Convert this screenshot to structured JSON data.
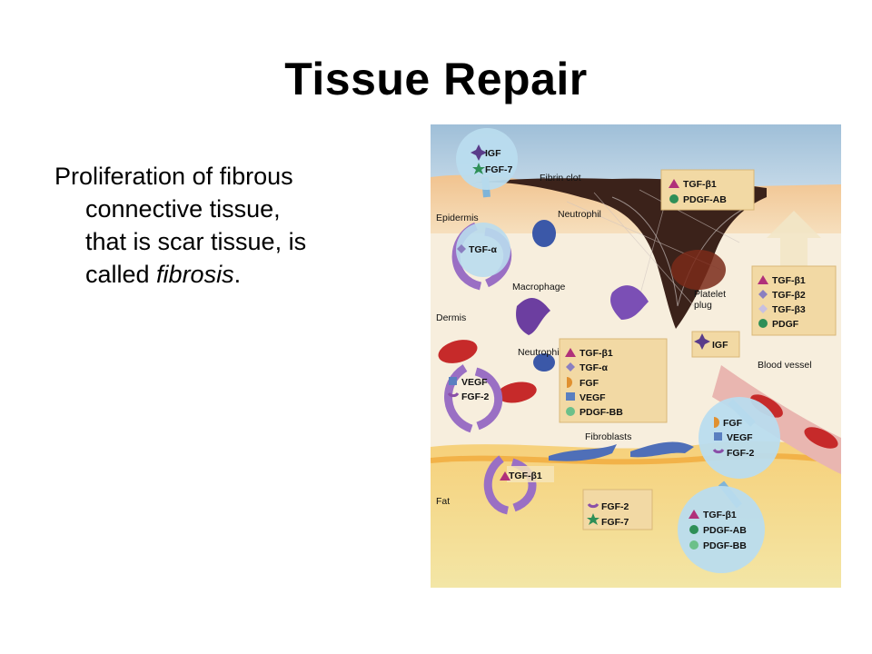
{
  "title": "Tissue Repair",
  "body": {
    "line1": "Proliferation of fibrous",
    "line2": "connective tissue,",
    "line3": "that is scar tissue, is",
    "line4_prefix": "called ",
    "line4_em": "fibrosis",
    "line4_suffix": "."
  },
  "figure": {
    "labels": {
      "fibrin_clot": "Fibrin clot",
      "epidermis": "Epidermis",
      "neutrophil_top": "Neutrophil",
      "macrophage": "Macrophage",
      "platelet_plug_1": "Platelet",
      "platelet_plug_2": "plug",
      "dermis": "Dermis",
      "neutrophil": "Neutrophil",
      "blood_vessel": "Blood vessel",
      "fibroblasts": "Fibroblasts",
      "fat": "Fat"
    },
    "factors": {
      "igf": "IGF",
      "fgf7": "FGF-7",
      "tgf_a": "TGF-α",
      "vegf": "VEGF",
      "fgf2": "FGF-2",
      "tgf_b1": "TGF-β1",
      "pdgf_ab": "PDGF-AB",
      "tgf_b2": "TGF-β2",
      "tgf_b3": "TGF-β3",
      "pdgf": "PDGF",
      "fgf": "FGF",
      "pdgf_bb": "PDGF-BB"
    },
    "colors": {
      "tgf_b1": "#b0307a",
      "pdgf_ab": "#2e8f57",
      "igf": "#5a3c8a",
      "fgf7": "#2e8f57",
      "tgf_a": "#8a7fc0",
      "vegf": "#5a7fc0",
      "fgf2": "#8a4fa8",
      "fgf": "#e09030",
      "pdgf_bb": "#6cc08a",
      "tgf_b3": "#c8c0e0"
    }
  }
}
